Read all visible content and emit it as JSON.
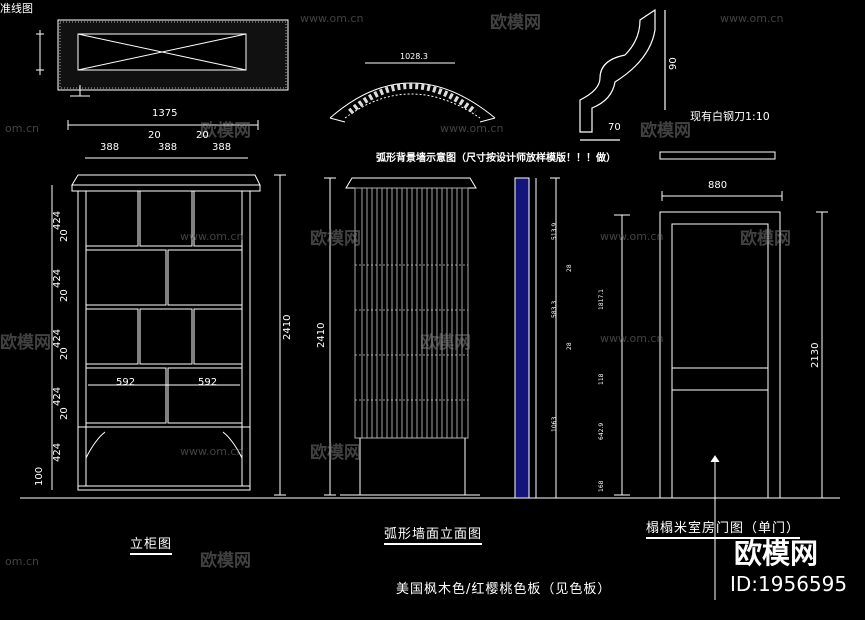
{
  "top_left_label": "准线图",
  "watermark_url": "www.om.cn",
  "watermark_url_short": "om.cn",
  "watermark_brand": "欧模网",
  "brand": {
    "name": "欧模网",
    "id": "ID:1956595"
  },
  "cornice": {
    "dim_height": "90",
    "dim_width": "70",
    "note": "现有白钢刀1:10"
  },
  "arch_detail": {
    "dim": "1028.3",
    "title": "弧形背景墙示意图（尺寸按设计师放样模版！！！做）"
  },
  "frame_elevation": {
    "title": "立柜图",
    "overall_width": "1375",
    "top_widths": [
      "388",
      "20",
      "388",
      "20",
      "388"
    ],
    "lower_widths": [
      "592",
      "592"
    ],
    "height": "2410",
    "left_dims": [
      "424",
      "20",
      "424",
      "20",
      "424",
      "20",
      "424",
      "20",
      "424",
      "100"
    ]
  },
  "curved_wall": {
    "title": "弧形墙面立面图",
    "height": "2410",
    "section_dims": [
      "513.9",
      "28",
      "583.3",
      "28",
      "1063"
    ]
  },
  "door": {
    "title": "榻榻米室房门图（单门）",
    "width": "880",
    "height": "2130",
    "side_dims": [
      "1817.1",
      "118",
      "642.9",
      "168"
    ]
  },
  "footer_note": "美国枫木色/红樱桃色板（见色板）"
}
